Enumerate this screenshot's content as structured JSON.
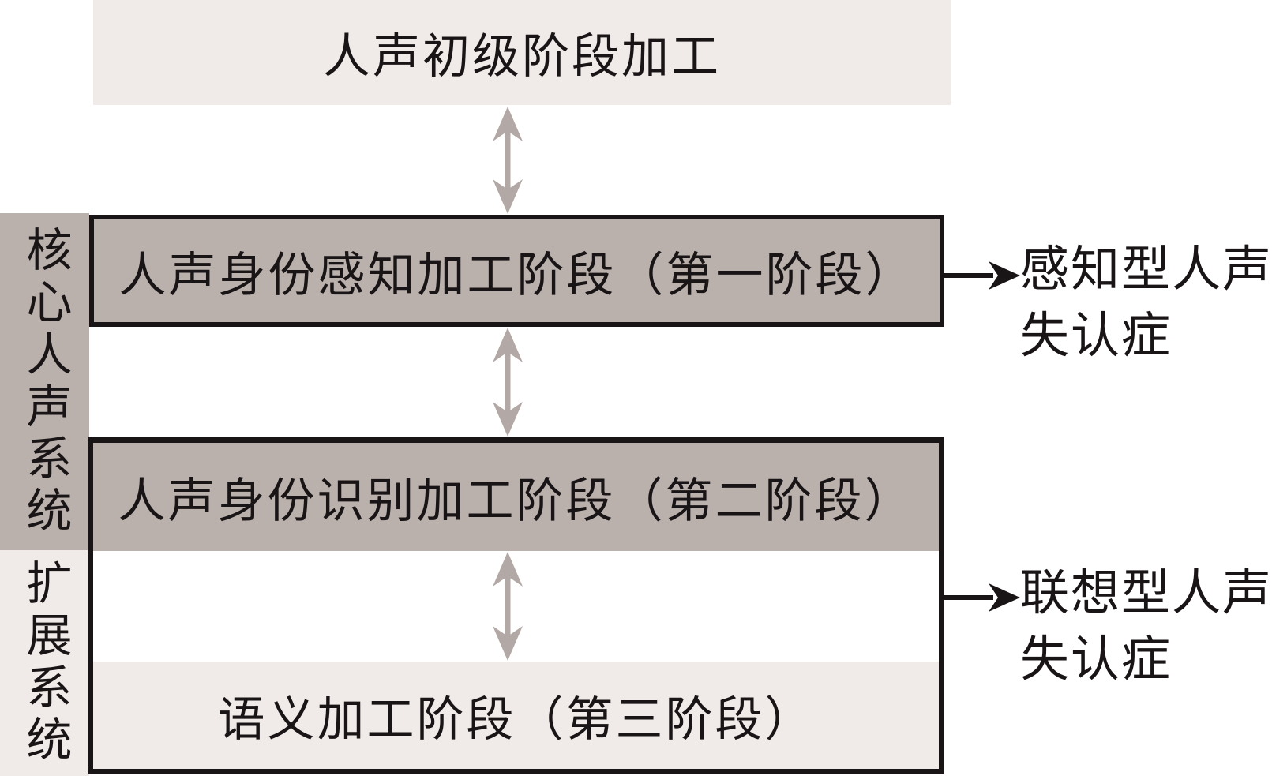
{
  "diagram": {
    "title_box": "人声初级阶段加工",
    "stage1": "人声身份感知加工阶段（第一阶段）",
    "stage2": "人声身份识别加工阶段（第二阶段）",
    "stage3": "语义加工阶段（第三阶段）",
    "left_band_core": "核心人声系统",
    "left_band_extended": "扩展系统",
    "right_label_1": {
      "line1": "感知型人声",
      "line2": "失认症"
    },
    "right_label_2": {
      "line1": "联想型人声",
      "line2": "失认症"
    }
  },
  "icons": {
    "vertical_connector": "bidirectional-vertical-arrow",
    "output_connector": "arrow-right"
  },
  "colors": {
    "box_gray": "#bab1ad",
    "box_light": "#f0ebe8",
    "arrow_gray": "#b2a8a5",
    "ink": "#191415",
    "bg": "#ffffff"
  }
}
